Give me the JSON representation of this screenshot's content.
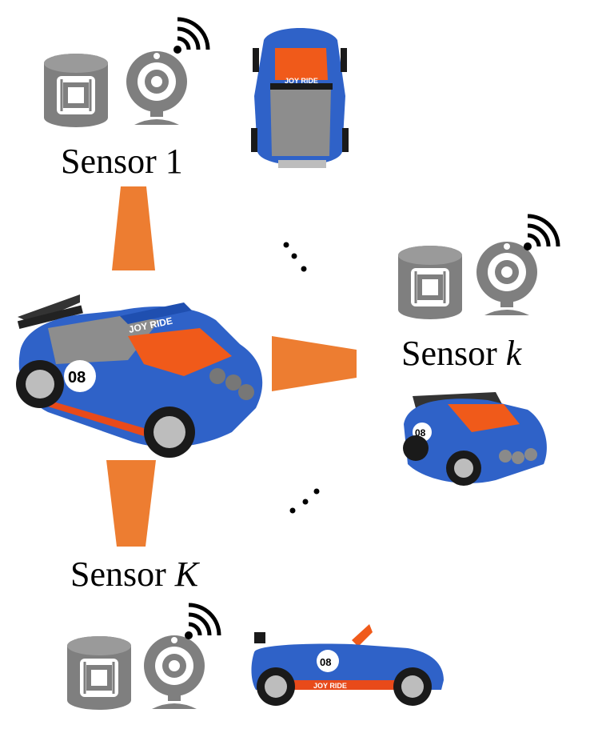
{
  "colors": {
    "arrow": "#ED7D31",
    "device_gray": "#7F7F7F",
    "car_blue": "#2F62C8",
    "car_orange": "#F05A1A",
    "dots": "#000000"
  },
  "sensors": [
    {
      "id": "sensor-1",
      "prefix": "Sensor ",
      "var": "",
      "index": "1",
      "icons": [
        "storage-chip-icon",
        "webcam-icon",
        "wifi-signal-icon"
      ],
      "view": "top-view"
    },
    {
      "id": "sensor-k",
      "prefix": "Sensor ",
      "var": "k",
      "index": "",
      "icons": [
        "storage-chip-icon",
        "webcam-icon",
        "wifi-signal-icon"
      ],
      "view": "front-three-quarter-view"
    },
    {
      "id": "sensor-K",
      "prefix": "Sensor ",
      "var": "K",
      "index": "",
      "icons": [
        "storage-chip-icon",
        "webcam-icon",
        "wifi-signal-icon"
      ],
      "view": "side-view"
    }
  ],
  "car": {
    "number": "08",
    "hood_text": "JOY RIDE",
    "side_text": "JOY RIDE"
  }
}
